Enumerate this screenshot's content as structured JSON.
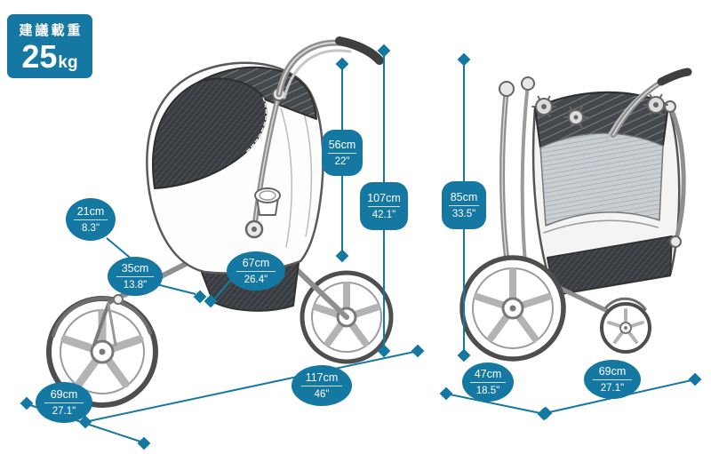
{
  "load_badge": {
    "label": "建議載重",
    "value": "25",
    "unit": "kg"
  },
  "colors": {
    "accent": "#1478A2"
  },
  "dims": {
    "open": [
      {
        "name": "dim-21cm",
        "cm": "21cm",
        "inch": "8.3\""
      },
      {
        "name": "dim-35cm",
        "cm": "35cm",
        "inch": "13.8\""
      },
      {
        "name": "dim-67cm",
        "cm": "67cm",
        "inch": "26.4\""
      },
      {
        "name": "dim-56cm",
        "cm": "56cm",
        "inch": "22\""
      },
      {
        "name": "dim-107cm",
        "cm": "107cm",
        "inch": "42.1\""
      },
      {
        "name": "dim-117cm",
        "cm": "117cm",
        "inch": "46\""
      },
      {
        "name": "dim-69cm",
        "cm": "69cm",
        "inch": "27.1\""
      }
    ],
    "folded": [
      {
        "name": "dim-85cm",
        "cm": "85cm",
        "inch": "33.5\""
      },
      {
        "name": "dim-47cm",
        "cm": "47cm",
        "inch": "18.5\""
      },
      {
        "name": "dim-69cm-folded",
        "cm": "69cm",
        "inch": "27.1\""
      }
    ]
  }
}
